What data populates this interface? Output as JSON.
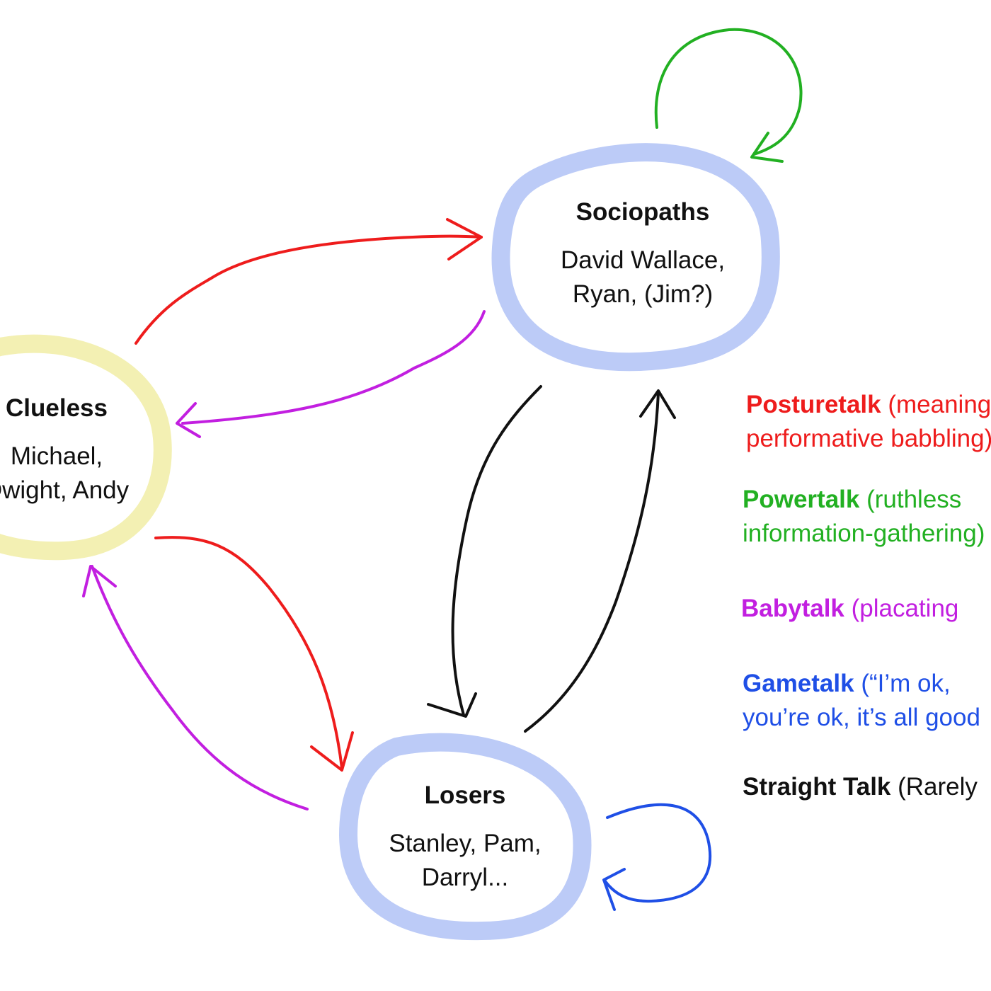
{
  "nodes": {
    "sociopaths": {
      "title": "Sociopaths",
      "members_line1": "David Wallace,",
      "members_line2": "Ryan, (Jim?)"
    },
    "clueless": {
      "title": "Clueless",
      "members_line1": "Michael,",
      "members_line2": "Dwight, Andy"
    },
    "losers": {
      "title": "Losers",
      "members_line1": "Stanley, Pam,",
      "members_line2": "Darryl..."
    }
  },
  "legend": [
    {
      "name": "Posturetalk",
      "desc_line1": " (meaningless",
      "desc_line2": "performative babbling)",
      "color": "#ee1c1c"
    },
    {
      "name": "Powertalk",
      "desc_line1": " (ruthless",
      "desc_line2": "information-gathering)",
      "color": "#22b022"
    },
    {
      "name": "Babytalk",
      "desc_line1": " (placating",
      "desc_line2": "",
      "color": "#c21fe0"
    },
    {
      "name": "Gametalk",
      "desc_line1": " (“I’m ok,",
      "desc_line2": "you’re ok, it’s all good",
      "color": "#1f4fe6"
    },
    {
      "name": "Straight Talk",
      "desc_line1": " (Rarely",
      "desc_line2": "",
      "color": "#111111"
    }
  ],
  "colors": {
    "sociopaths_ring": "#bccbf7",
    "losers_ring": "#bccbf7",
    "clueless_ring": "#f3f0b3",
    "posturetalk": "#ee1c1c",
    "powertalk": "#22b022",
    "babytalk": "#c21fe0",
    "gametalk": "#1f4fe6",
    "straight_talk": "#111111"
  }
}
